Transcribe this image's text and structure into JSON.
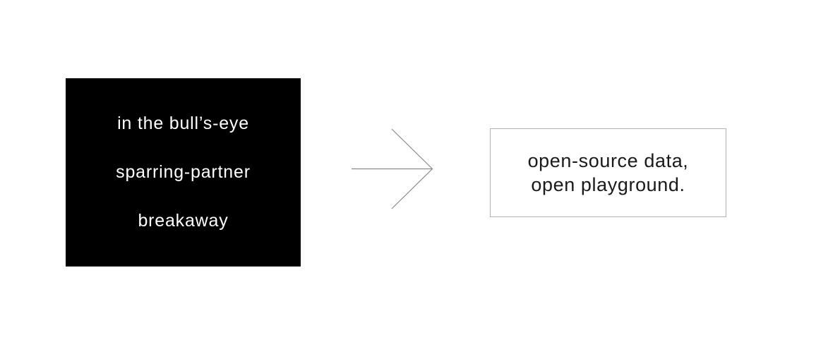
{
  "left_card": {
    "lines": [
      "in the bull’s-eye",
      "sparring-partner",
      "breakaway"
    ],
    "bg_color": "#000000",
    "text_color": "#ffffff"
  },
  "arrow": {
    "icon": "right-arrow-icon",
    "color": "#8a8a8a"
  },
  "right_card": {
    "lines": [
      "open-source data,",
      "open playground."
    ],
    "border_color": "#b3b3b3",
    "text_color": "#1a1a1a",
    "bg_color": "#ffffff"
  }
}
